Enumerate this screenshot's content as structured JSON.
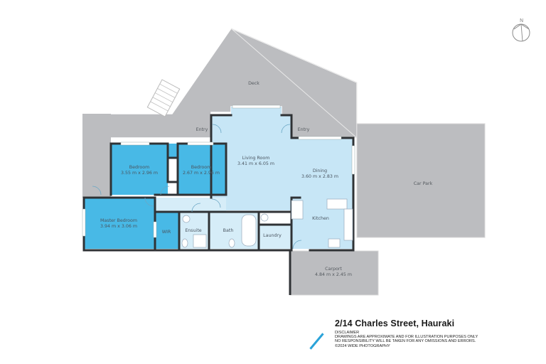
{
  "listing": {
    "address": "2/14 Charles Street, Hauraki"
  },
  "disclaimer": {
    "heading": "DISCLAIMER",
    "line1": "DRAWINGS ARE APPROXIMATE AND FOR ILLUSTRATION PURPOSES ONLY",
    "line2": "NO RESPONSIBILITY WILL BE TAKEN FOR ANY OMISSIONS AND ERRORS.",
    "line3": "©2024 WIDE PHOTOGRAPHY"
  },
  "compass": {
    "label": "N",
    "icon": "north-arrow-icon"
  },
  "rooms": {
    "deck": {
      "name": "Deck"
    },
    "entry_left": {
      "name": "Entry"
    },
    "entry_right": {
      "name": "Entry"
    },
    "bedroom1": {
      "name": "Bedroom",
      "size": "3.55 m x 2.96 m"
    },
    "bedroom2": {
      "name": "Bedroom",
      "size": "2.67 m x 2.96 m"
    },
    "living": {
      "name": "Living Room",
      "size": "3.41 m x 6.05 m"
    },
    "dining": {
      "name": "Dining",
      "size": "3.60 m x 2.83 m"
    },
    "master": {
      "name": "Master Bedroom",
      "size": "3.94 m x 3.06 m"
    },
    "wir": {
      "name": "WIR"
    },
    "ensuite": {
      "name": "Ensuite"
    },
    "bath": {
      "name": "Bath"
    },
    "laundry": {
      "name": "Laundry"
    },
    "kitchen": {
      "name": "Kitchen"
    },
    "car_park": {
      "name": "Car Park"
    },
    "carport": {
      "name": "Carport",
      "size": "4.84 m x 2.45 m"
    }
  },
  "colors": {
    "outdoor": "#bcbdc0",
    "bedroom": "#48b9e6",
    "living": "#c7e6f6",
    "wall": "#2f3235",
    "accent": "#2aa3d9"
  }
}
